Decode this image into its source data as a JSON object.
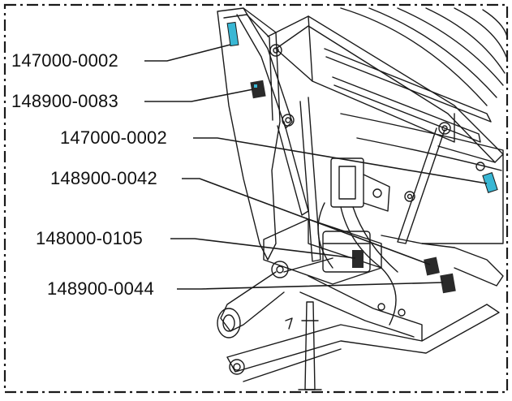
{
  "callouts": [
    {
      "part_number": "147000-0002"
    },
    {
      "part_number": "148900-0083"
    },
    {
      "part_number": "147000-0002"
    },
    {
      "part_number": "148900-0042"
    },
    {
      "part_number": "148000-0105"
    },
    {
      "part_number": "148900-0044"
    }
  ],
  "colors": {
    "line": "#1a1a1a",
    "decal_blue": "#39b7d4",
    "decal_dark": "#2a2a2a",
    "background": "#ffffff"
  }
}
